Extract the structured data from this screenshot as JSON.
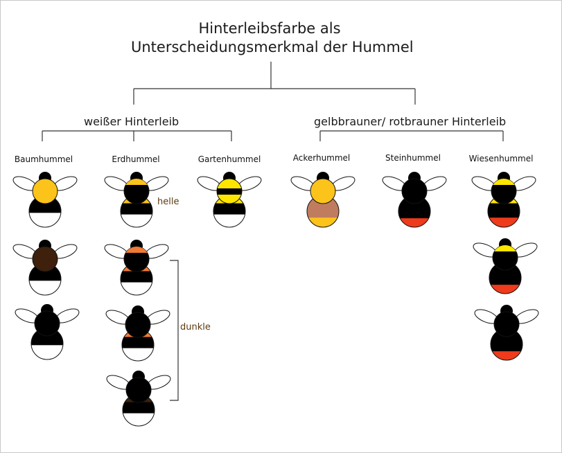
{
  "title": {
    "line1": "Hinterleibsfarbe als",
    "line2": "Unterscheidungsmerkmal der Hummel"
  },
  "groups": {
    "white": "weißer Hinterleib",
    "brown": "gelbbrauner/ rotbrauner Hinterleib"
  },
  "species": {
    "baumhummel": "Baumhummel",
    "erdhummel": "Erdhummel",
    "gartenhummel": "Gartenhummel",
    "ackerhummel": "Ackerhummel",
    "steinhummel": "Steinhummel",
    "wiesenhummel": "Wiesenhummel"
  },
  "notes": {
    "helle": "helle",
    "dunkle": "dunkle"
  },
  "colors": {
    "black": "#000000",
    "white": "#ffffff",
    "yellow": "#fcc31b",
    "lemon": "#ffe600",
    "chestnut": "#3e200c",
    "orange": "#f07a35",
    "red": "#ee3b1c",
    "tan": "#c07c5f",
    "darkbrown": "#3b230d",
    "line": "#333333"
  },
  "bees": [
    {
      "id": "baum-1",
      "species": "Baumhummel",
      "head": "yellow",
      "abdomen_bands": [
        [
          "black",
          0.55
        ],
        [
          "white",
          0.45
        ]
      ]
    },
    {
      "id": "baum-2",
      "species": "Baumhummel",
      "head": "chestnut",
      "abdomen_bands": [
        [
          "black",
          0.55
        ],
        [
          "white",
          0.45
        ]
      ]
    },
    {
      "id": "baum-3",
      "species": "Baumhummel",
      "head": "black",
      "abdomen_bands": [
        [
          "black",
          0.55
        ],
        [
          "white",
          0.45
        ]
      ]
    },
    {
      "id": "erd-1",
      "species": "Erdhummel",
      "variant": "helle",
      "head": "black",
      "head_top_band": "yellow",
      "abdomen_bands": [
        [
          "yellow",
          0.25
        ],
        [
          "black",
          0.35
        ],
        [
          "white",
          0.4
        ]
      ]
    },
    {
      "id": "erd-2",
      "species": "Erdhummel",
      "variant": "dunkle",
      "head": "black",
      "head_top_band": "orange",
      "abdomen_bands": [
        [
          "orange",
          0.25
        ],
        [
          "black",
          0.35
        ],
        [
          "white",
          0.4
        ]
      ]
    },
    {
      "id": "erd-3",
      "species": "Erdhummel",
      "variant": "dunkle",
      "head": "black",
      "abdomen_bands": [
        [
          "orange",
          0.25
        ],
        [
          "black",
          0.35
        ],
        [
          "white",
          0.4
        ]
      ]
    },
    {
      "id": "erd-4",
      "species": "Erdhummel",
      "variant": "dunkle",
      "head": "black",
      "abdomen_bands": [
        [
          "darkbrown",
          0.25
        ],
        [
          "black",
          0.35
        ],
        [
          "white",
          0.4
        ]
      ]
    },
    {
      "id": "garten-1",
      "species": "Gartenhummel",
      "head": "lemon",
      "head_band": "black",
      "abdomen_bands": [
        [
          "lemon",
          0.25
        ],
        [
          "black",
          0.35
        ],
        [
          "white",
          0.4
        ]
      ]
    },
    {
      "id": "acker-1",
      "species": "Ackerhummel",
      "head": "yellow",
      "abdomen_bands": [
        [
          "tan",
          0.7
        ],
        [
          "yellow",
          0.3
        ]
      ]
    },
    {
      "id": "stein-1",
      "species": "Steinhummel",
      "head": "black",
      "abdomen_bands": [
        [
          "black",
          0.72
        ],
        [
          "red",
          0.28
        ]
      ]
    },
    {
      "id": "wiesen-1",
      "species": "Wiesenhummel",
      "head": "black",
      "head_top_band": "lemon",
      "abdomen_bands": [
        [
          "lemon",
          0.25
        ],
        [
          "black",
          0.45
        ],
        [
          "red",
          0.3
        ]
      ]
    },
    {
      "id": "wiesen-2",
      "species": "Wiesenhummel",
      "head": "black",
      "head_top_band": "lemon",
      "abdomen_bands": [
        [
          "black",
          0.72
        ],
        [
          "red",
          0.28
        ]
      ]
    },
    {
      "id": "wiesen-3",
      "species": "Wiesenhummel",
      "head": "black",
      "abdomen_bands": [
        [
          "black",
          0.72
        ],
        [
          "red",
          0.28
        ]
      ]
    }
  ]
}
